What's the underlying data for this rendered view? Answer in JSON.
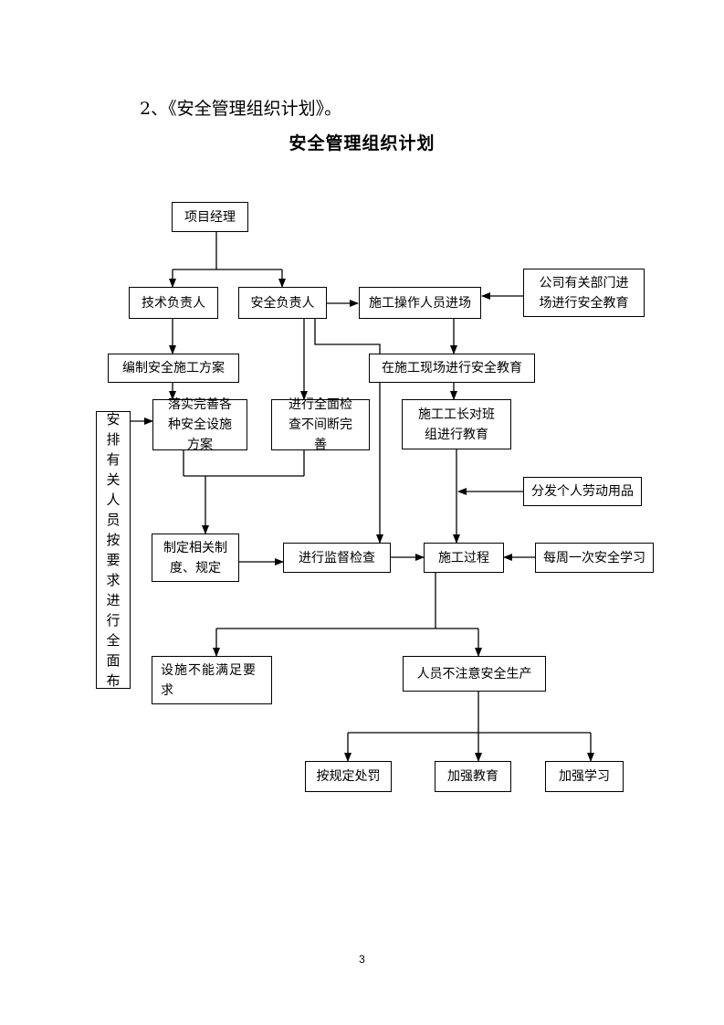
{
  "heading": "2、《安全管理组织计划》。",
  "title": "安全管理组织计划",
  "page_number": "3",
  "boxes": {
    "project_manager": "项目经理",
    "tech_lead": "技术负责人",
    "safety_lead": "安全负责人",
    "worker_entry": "施工操作人员进场",
    "company_dept": "公司有关部门进场进行安全教育",
    "plan": "编制安全施工方案",
    "site_education": "在施工现场进行安全教育",
    "implement_facilities": "落实完善各种安全设施方案",
    "full_inspection": "进行全面检查不间断完善",
    "foreman_education": "施工工长对班组进行教育",
    "arrange_staff": "安排有关人员按要求进行全面布",
    "ppe": "分发个人劳动用品",
    "regulations": "制定相关制度、规定",
    "supervision": "进行监督检查",
    "construction": "施工过程",
    "weekly_study": "每周一次安全学习",
    "facilities_fail": "设施不能满足要求",
    "staff_careless": "人员不注意安全生产",
    "penalty": "按规定处罚",
    "strengthen_education": "加强教育",
    "strengthen_study": "加强学习"
  }
}
